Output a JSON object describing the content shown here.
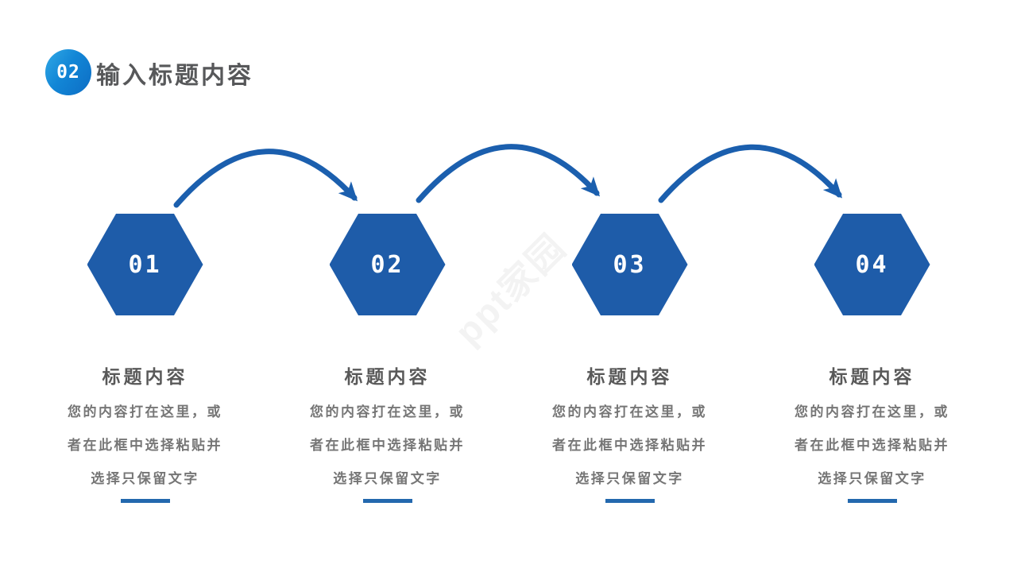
{
  "header": {
    "badge_number": "02",
    "title": "输入标题内容"
  },
  "watermark": {
    "text": "ppt家园"
  },
  "colors": {
    "hexagon_blue": "#1e5ca9",
    "arrow_blue": "#1b5fae",
    "underline_blue": "#2368ae",
    "badge_gradient_start": "#31a9e6",
    "badge_gradient_end": "#0d6dc4",
    "title_gray": "#595959",
    "body_gray": "#767676"
  },
  "steps": [
    {
      "number": "01",
      "title": "标题内容",
      "lines": [
        "您的内容打在这里，或",
        "者在此框中选择粘贴并",
        "选择只保留文字"
      ]
    },
    {
      "number": "02",
      "title": "标题内容",
      "lines": [
        "您的内容打在这里，或",
        "者在此框中选择粘贴并",
        "选择只保留文字"
      ]
    },
    {
      "number": "03",
      "title": "标题内容",
      "lines": [
        "您的内容打在这里，或",
        "者在此框中选择粘贴并",
        "选择只保留文字"
      ]
    },
    {
      "number": "04",
      "title": "标题内容",
      "lines": [
        "您的内容打在这里，或",
        "者在此框中选择粘贴并",
        "选择只保留文字"
      ]
    }
  ]
}
